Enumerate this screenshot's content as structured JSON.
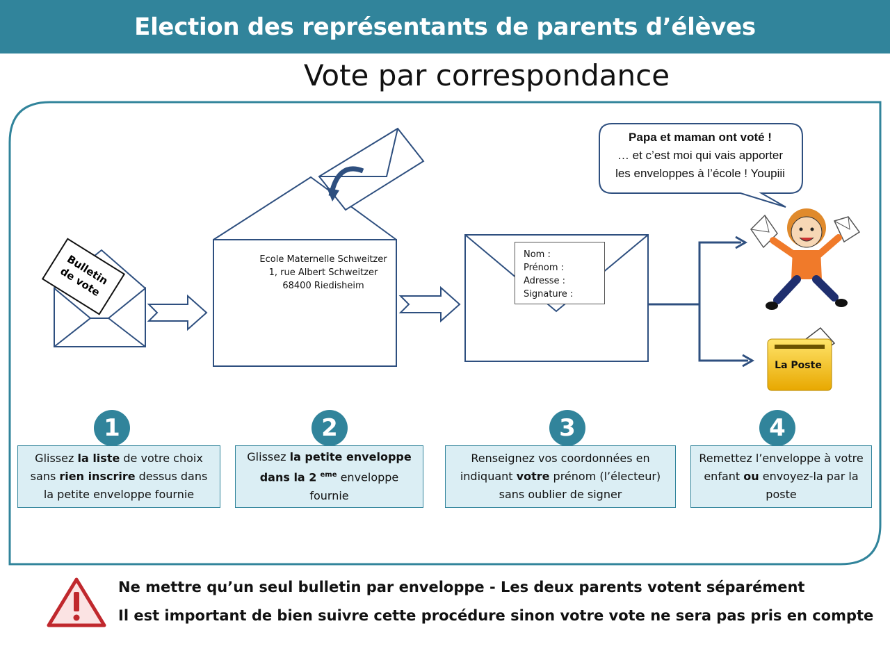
{
  "header": {
    "title": "Election des représentants de parents d’élèves"
  },
  "subtitle": "Vote par correspondance",
  "ballot_card": {
    "line1": "Bulletin",
    "line2": "de vote"
  },
  "address": {
    "line1": "Ecole Maternelle  Schweitzer",
    "line2": "1, rue Albert Schweitzer",
    "line3": "68400 Riedisheim"
  },
  "sender_fields": [
    "Nom :",
    "Prénom :",
    "Adresse :",
    "Signature :"
  ],
  "speech_bubble": {
    "bold": "Papa et maman ont voté !",
    "line2": "… et c’est moi qui vais apporter",
    "line3": "les enveloppes à l’école ! Youpiii"
  },
  "mailbox_label": "La Poste",
  "steps": [
    {
      "number": "1",
      "t1": "Glissez ",
      "b1": "la liste",
      "t2": " de votre choix sans ",
      "b2": "rien inscrire",
      "t3": " dessus dans la petite enveloppe fournie"
    },
    {
      "number": "2",
      "t1": "Glissez ",
      "b1": "la petite enveloppe  dans la 2",
      "sup": "eme",
      "t2": " enveloppe  fournie"
    },
    {
      "number": "3",
      "t1": "Renseignez vos coordonnées en indiquant ",
      "b1": "votre",
      "t2": " prénom (l’électeur) sans oublier de signer"
    },
    {
      "number": "4",
      "t1": "Remettez  l’enveloppe à votre enfant ",
      "b1": "ou",
      "t2": " envoyez-la par la poste"
    }
  ],
  "warnings": [
    "Ne mettre qu’un seul bulletin par enveloppe - Les deux parents votent séparément",
    "Il est important de bien suivre cette procédure sinon votre vote ne sera pas pris en compte"
  ],
  "colors": {
    "accent": "#31849b",
    "box_fill": "#dbeef4",
    "envelope_stroke": "#2e4f7f",
    "warning_red": "#c0282d"
  }
}
